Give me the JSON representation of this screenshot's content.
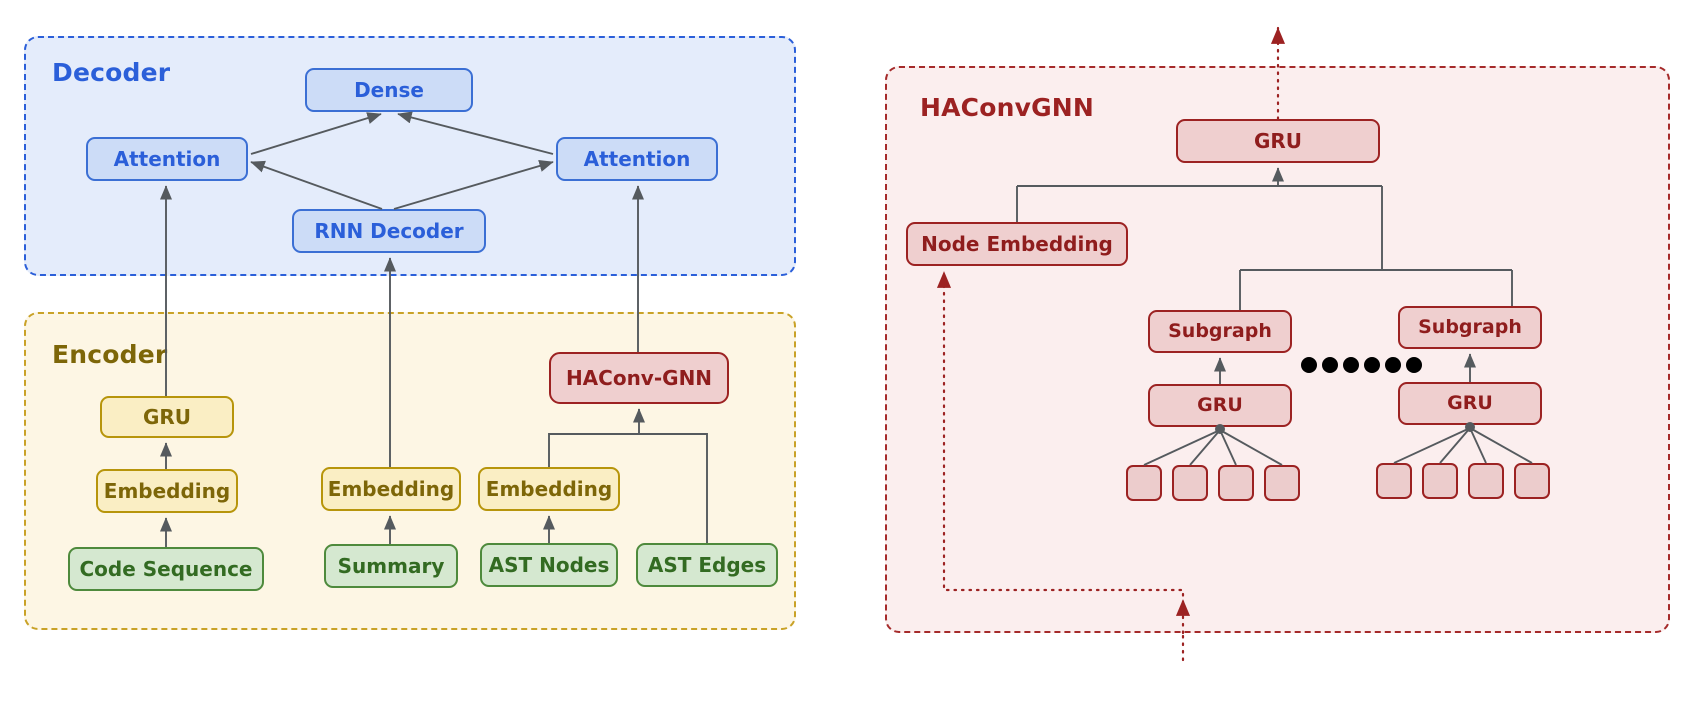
{
  "diagram": {
    "title_left_top": "Decoder",
    "title_left_bottom": "Encoder",
    "title_right": "HAConvGNN",
    "colors": {
      "decoder_accent": "#2b5fd9",
      "decoder_fill": "#e4ecfb",
      "encoder_accent": "#7d6608",
      "encoder_fill": "#fdf6e4",
      "input_accent": "#336b22",
      "input_fill": "#d5e8d0",
      "haconv_accent": "#9c2222",
      "haconv_fill": "#fbeeee"
    }
  },
  "decoder": {
    "label": "Decoder",
    "nodes": {
      "dense": "Dense",
      "attention_left": "Attention",
      "attention_right": "Attention",
      "rnn_decoder": "RNN Decoder"
    }
  },
  "encoder": {
    "label": "Encoder",
    "nodes": {
      "gru": "GRU",
      "embedding_code": "Embedding",
      "embedding_summary": "Embedding",
      "embedding_ast": "Embedding",
      "haconv_gnn": "HAConv-GNN",
      "code_sequence": "Code Sequence",
      "summary": "Summary",
      "ast_nodes": "AST Nodes",
      "ast_edges": "AST Edges"
    }
  },
  "haconvgnn": {
    "label": "HAConvGNN",
    "nodes": {
      "gru_top": "GRU",
      "node_embedding": "Node Embedding",
      "subgraph_left": "Subgraph",
      "subgraph_right": "Subgraph",
      "gru_left": "GRU",
      "gru_right": "GRU"
    },
    "ellipsis": "••••••",
    "leaf_count_per_group": 4,
    "group_count": 2
  }
}
